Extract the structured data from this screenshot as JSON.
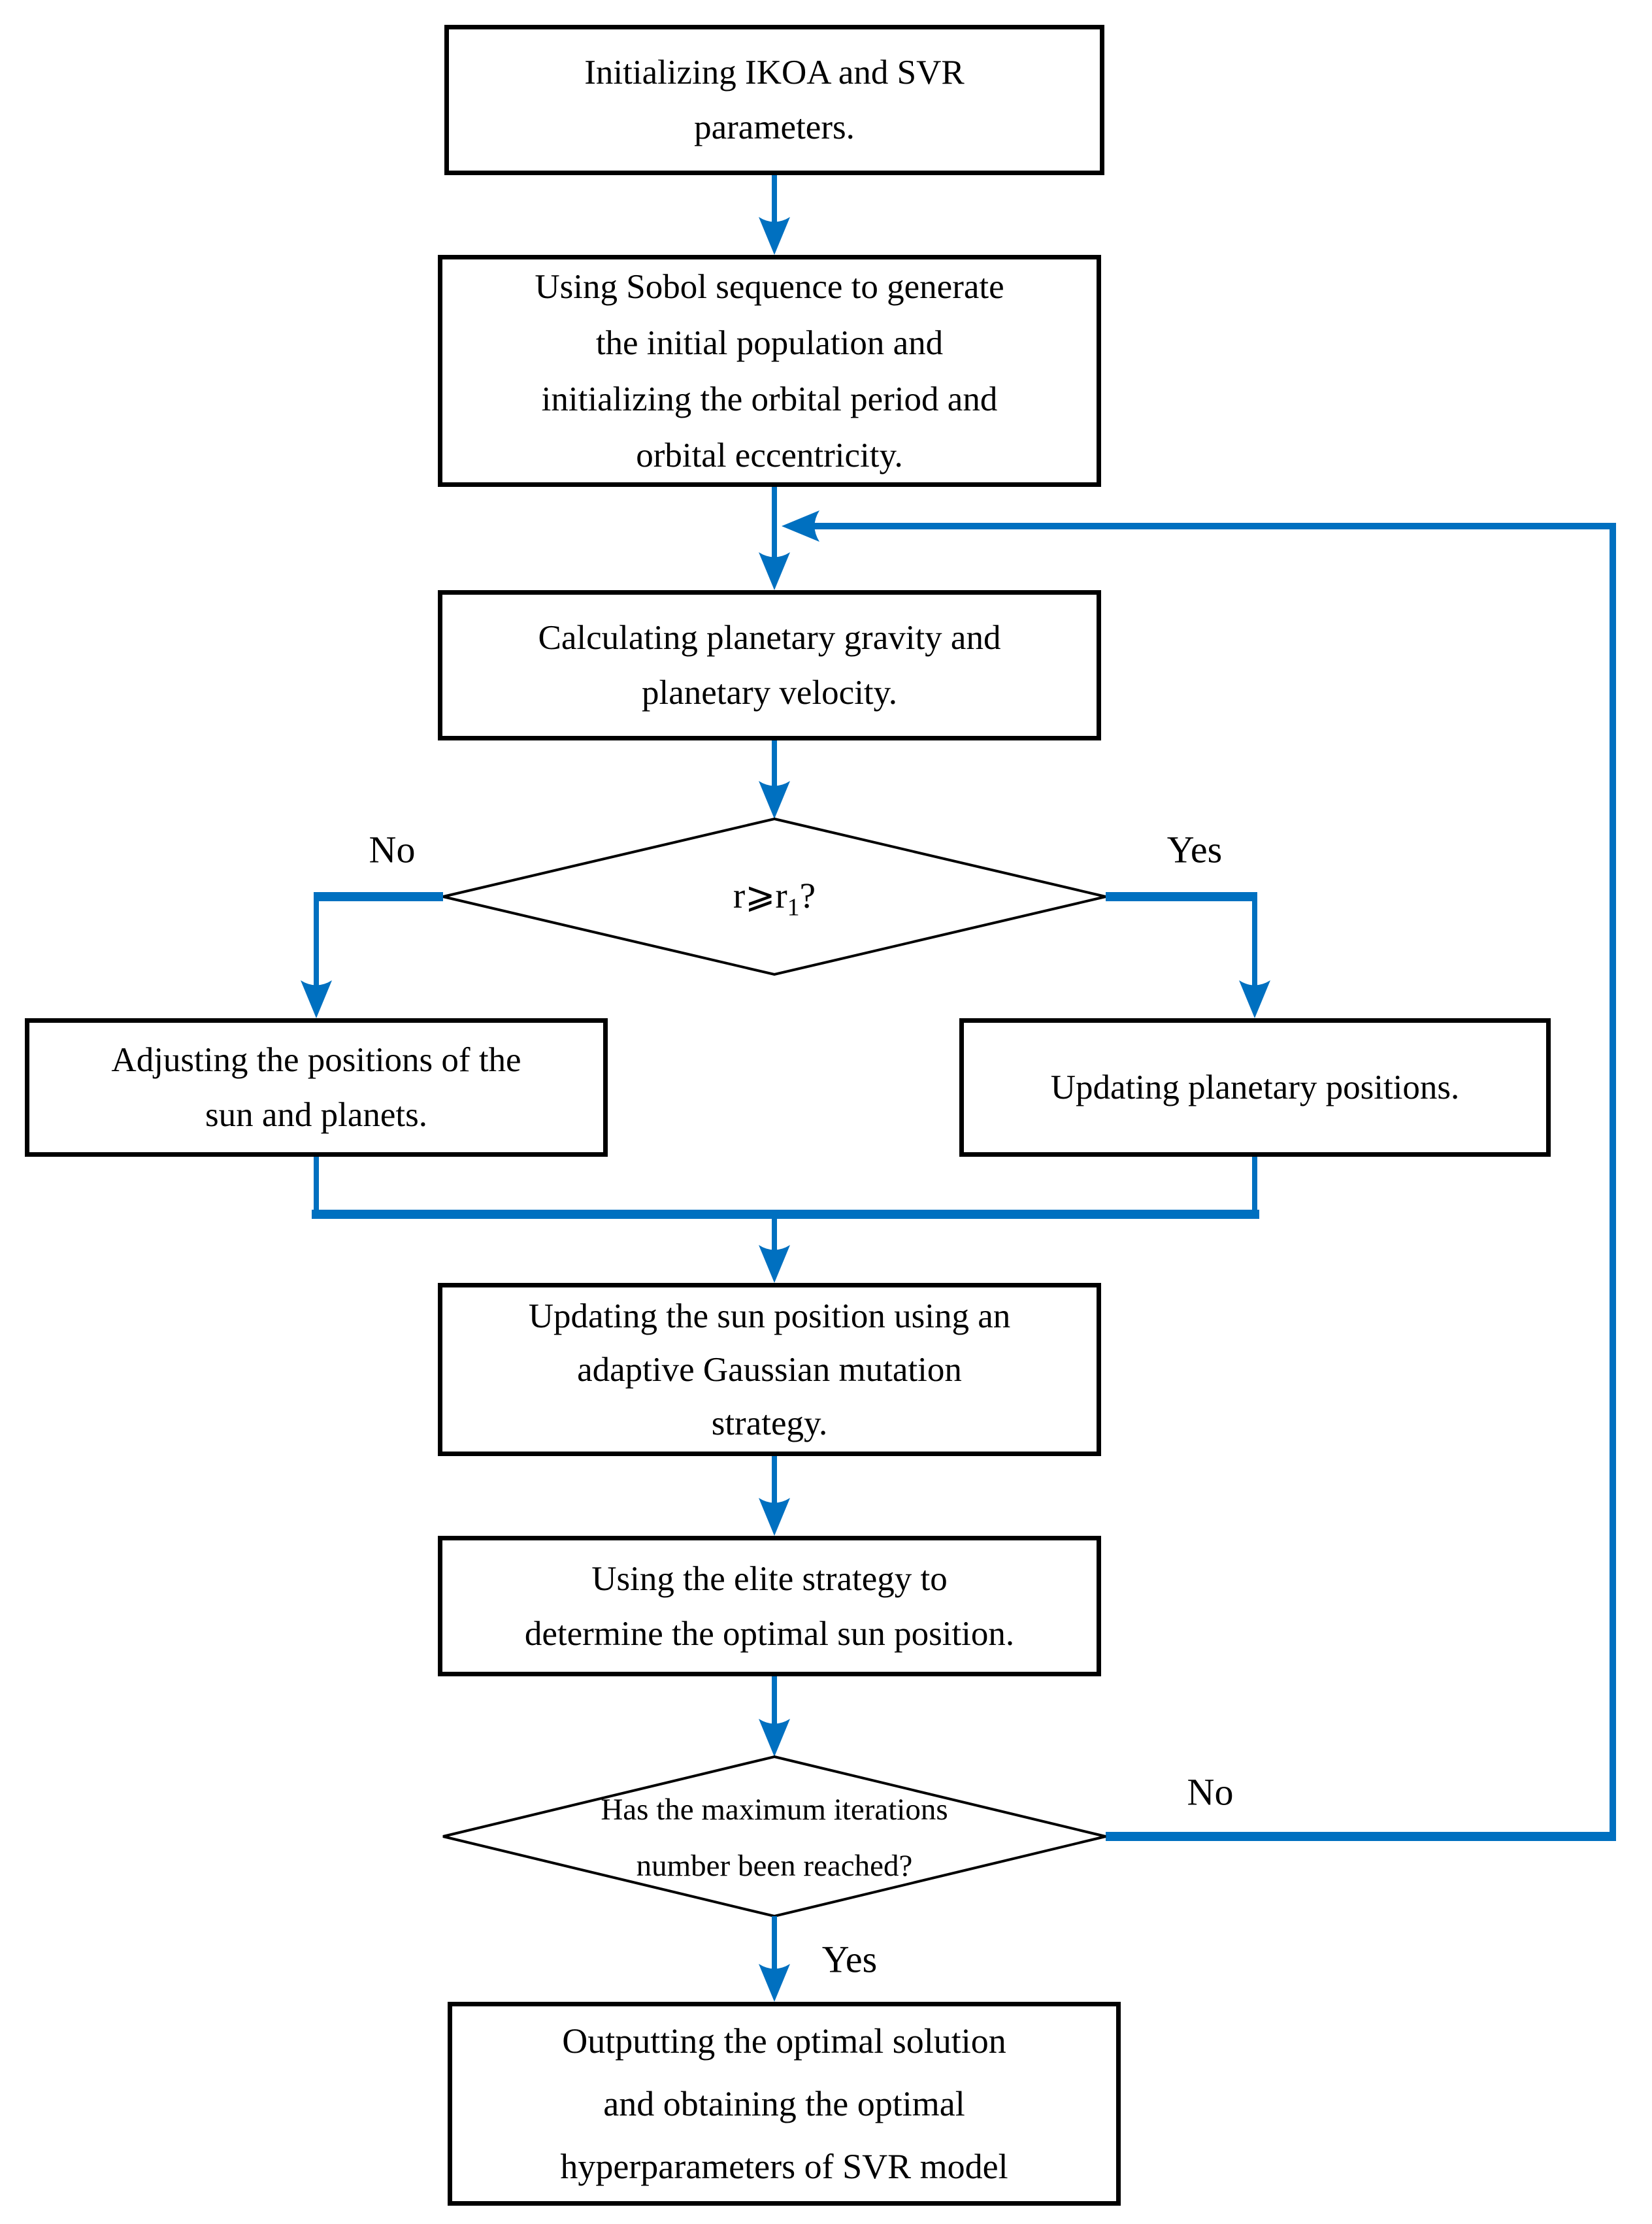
{
  "diagram": {
    "type": "flowchart",
    "accent_color": "#0070C0",
    "shape_outline_color": "#000000",
    "nodes": {
      "init": {
        "label": "Initializing IKOA and SVR\nparameters."
      },
      "sobol": {
        "label": "Using Sobol sequence to generate\nthe initial population and\ninitializing the orbital period and\norbital eccentricity."
      },
      "calc_gravity": {
        "label": "Calculating planetary gravity and\nplanetary velocity."
      },
      "decision_r": {
        "prefix": "r⩾r",
        "sub": "1",
        "suffix": "?"
      },
      "adjust_positions": {
        "label": "Adjusting the positions of the\nsun and planets."
      },
      "update_planets": {
        "label": "Updating planetary positions."
      },
      "update_sun": {
        "label": "Updating the sun position using an\nadaptive Gaussian mutation\nstrategy."
      },
      "elite_strategy": {
        "label": "Using the elite strategy to\ndetermine the optimal sun position."
      },
      "decision_iter": {
        "label": "Has the maximum iterations\nnumber been reached?"
      },
      "output": {
        "label": "Outputting the optimal solution\nand obtaining the optimal\nhyperparameters of SVR model"
      }
    },
    "edge_labels": {
      "r_no": "No",
      "r_yes": "Yes",
      "iter_no": "No",
      "iter_yes": "Yes"
    }
  }
}
